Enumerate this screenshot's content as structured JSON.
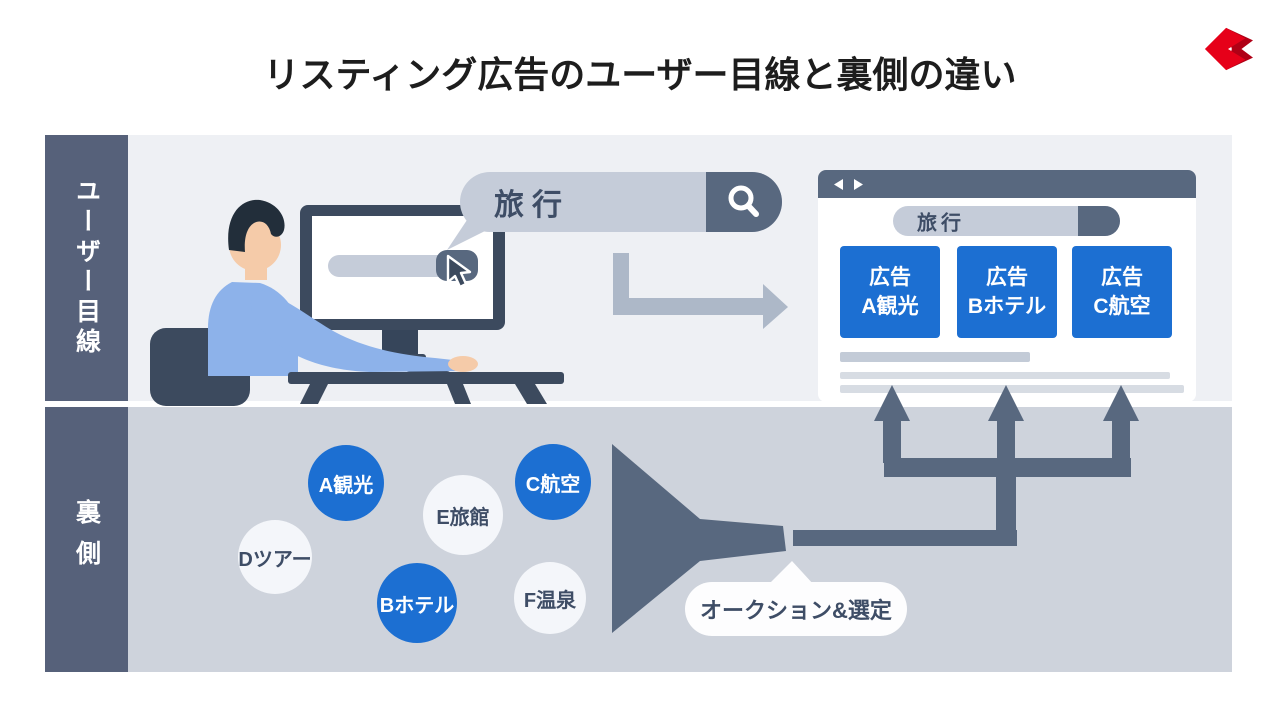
{
  "title": "リスティング広告のユーザー目線と裏側の違い",
  "bands": {
    "user_label": "ユーザー目線",
    "backstage_label": "裏側"
  },
  "search_bubble": {
    "query": "旅行"
  },
  "serp": {
    "query": "旅行",
    "ads": [
      {
        "tag": "広告",
        "name": "A観光"
      },
      {
        "tag": "広告",
        "name": "Bホテル"
      },
      {
        "tag": "広告",
        "name": "C航空"
      }
    ]
  },
  "advertisers": [
    {
      "label": "A観光",
      "highlighted": true
    },
    {
      "label": "Dツアー",
      "highlighted": false
    },
    {
      "label": "E旅館",
      "highlighted": false
    },
    {
      "label": "Bホテル",
      "highlighted": true
    },
    {
      "label": "C航空",
      "highlighted": true
    },
    {
      "label": "F温泉",
      "highlighted": false
    }
  ],
  "auction": {
    "label": "オークション&選定"
  },
  "colors": {
    "accent_blue": "#1c6fd2",
    "dark_slate": "#58687f",
    "sidebar_slate": "#56617a",
    "brand_red": "#e60019",
    "band_user_bg": "#eef0f4",
    "band_back_bg": "#ced3dc"
  }
}
